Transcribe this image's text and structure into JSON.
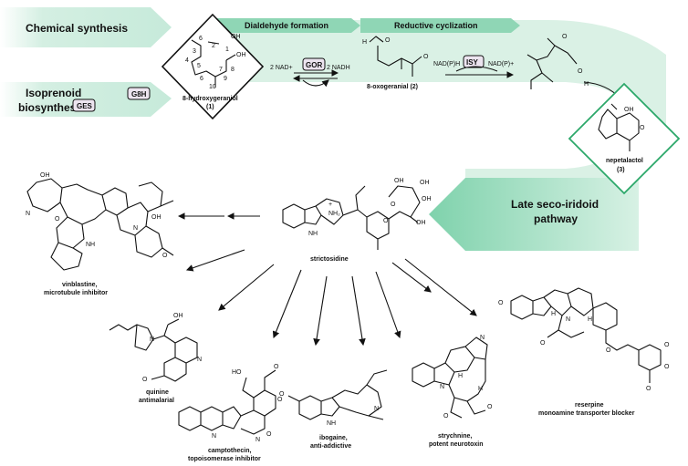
{
  "pathway": {
    "chemical_synthesis": "Chemical synthesis",
    "isoprenoid_biosynthesis": [
      "Isoprenoid",
      "biosynthesis"
    ],
    "dialdehyde_formation": "Dialdehyde formation",
    "reductive_cyclization": "Reductive cyclization",
    "late_pathway": [
      "Late seco-iridoid",
      "pathway"
    ]
  },
  "enzymes": {
    "ges": "GES",
    "g8h": "G8H",
    "gor": "GOR",
    "isy": "ISY"
  },
  "cofactors": {
    "nad_plus": "2 NAD+",
    "nadh": "2 NADH",
    "nadph": "NAD(P)H",
    "nadp_plus": "NAD(P)+"
  },
  "compounds": {
    "hydroxygeraniol": [
      "8-hydroxygeraniol",
      "(1)"
    ],
    "oxogeranial": "8-oxogeranial (2)",
    "nepetalactol": [
      "nepetalactol",
      "(3)"
    ],
    "strictosidine": "strictosidine",
    "vinblastine": [
      "vinblastine,",
      "microtubule inhibitor"
    ],
    "quinine": [
      "quinine",
      "antimalarial"
    ],
    "camptothecin": [
      "camptothecin,",
      "topoisomerase inhibitor"
    ],
    "ibogaine": [
      "ibogaine,",
      "anti-addictive"
    ],
    "strychnine": [
      "strychnine,",
      "potent neurotoxin"
    ],
    "reserpine": [
      "reserpine",
      "monoamine transporter blocker"
    ]
  },
  "atoms": {
    "oh": "OH",
    "o": "O",
    "h": "H",
    "nh": "NH",
    "n": "N",
    "nh2": "NH₂",
    "plus": "+",
    "ho": "HO",
    "c1": "1",
    "c2": "2",
    "c3": "3",
    "c4": "4",
    "c5": "5",
    "c6": "6",
    "c7": "7",
    "c8": "8",
    "c9": "9",
    "c10": "10"
  },
  "colors": {
    "band": "#c9ebdc",
    "band_dark": "#8fd6b5",
    "green_border": "#2ca86a",
    "ink": "#111111"
  }
}
